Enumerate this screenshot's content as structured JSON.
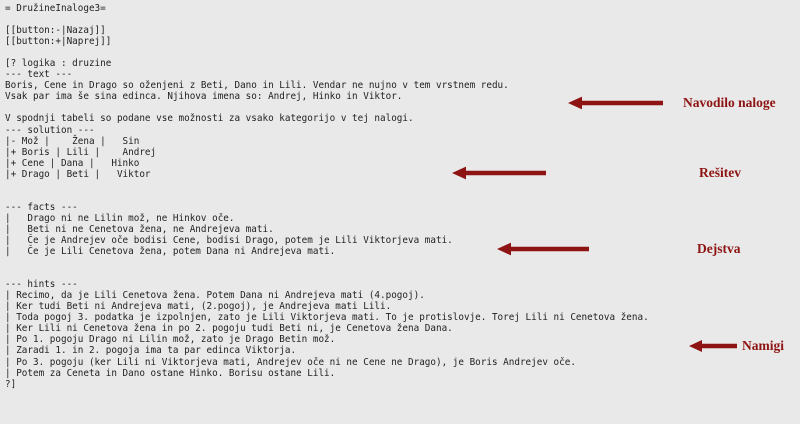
{
  "colors": {
    "background": "#e9e9e9",
    "text": "#1f1f1f",
    "annotation": "#8e1313"
  },
  "document": {
    "lines": [
      "= DružineInaloge3=",
      "",
      "[[button:-|Nazaj]]",
      "[[button:+|Naprej]]",
      "",
      "[? logika : druzine",
      "--- text ---",
      "Boris, Cene in Drago so oženjeni z Beti, Dano in Lili. Vendar ne nujno v tem vrstnem redu.",
      "Vsak par ima še sina edinca. Njihova imena so: Andrej, Hinko in Viktor.",
      "",
      "V spodnji tabeli so podane vse možnosti za vsako kategorijo v tej nalogi.",
      "--- solution ---",
      "|- Mož |    Žena |   Sin",
      "|+ Boris | Lili |    Andrej",
      "|+ Cene | Dana |   Hinko",
      "|+ Drago | Beti |   Viktor",
      "",
      "",
      "--- facts ---",
      "|   Drago ni ne Lilin mož, ne Hinkov oče.",
      "|   Beti ni ne Cenetova žena, ne Andrejeva mati.",
      "|   Če je Andrejev oče bodisi Cene, bodisi Drago, potem je Lili Viktorjeva mati.",
      "|   Če je Lili Cenetova žena, potem Dana ni Andrejeva mati.",
      "",
      "",
      "--- hints ---",
      "| Recimo, da je Lili Cenetova žena. Potem Dana ni Andrejeva mati (4.pogoj).",
      "| Ker tudi Beti ni Andrejeva mati, (2.pogoj), je Andrejeva mati Lili.",
      "| Toda pogoj 3. podatka je izpolnjen, zato je Lili Viktorjeva mati. To je protislovje. Torej Lili ni Cenetova žena.",
      "| Ker Lili ni Cenetova žena in po 2. pogoju tudi Beti ni, je Cenetova žena Dana.",
      "| Po 1. pogoju Drago ni Lilin mož, zato je Drago Betin mož.",
      "| Zaradi 1. in 2. pogoja ima ta par edinca Viktorja.",
      "| Po 3. pogoju (ker Lili ni Viktorjeva mati, Andrejev oče ni ne Cene ne Drago), je Boris Andrejev oče.",
      "| Potem za Ceneta in Dano ostane Hinko. Borisu ostane Lili.",
      "?]"
    ]
  },
  "annotations": [
    {
      "id": "navodilo",
      "label": "Navodilo naloge"
    },
    {
      "id": "resitev",
      "label": "Rešitev"
    },
    {
      "id": "dejstva",
      "label": "Dejstva"
    },
    {
      "id": "namigi",
      "label": "Namigi"
    }
  ]
}
